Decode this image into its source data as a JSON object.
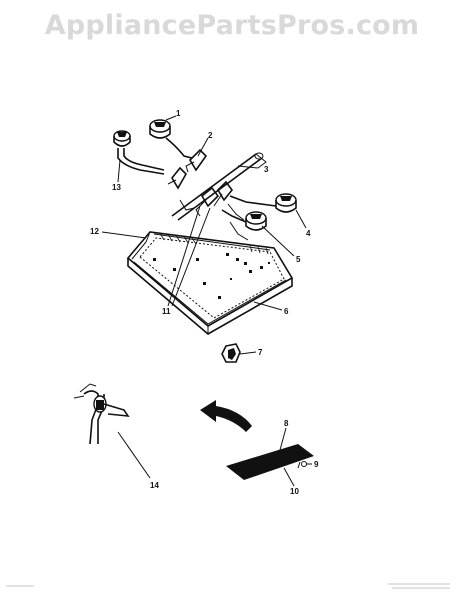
{
  "watermark": "AppliancePartsPros.com",
  "callouts": [
    "1",
    "2",
    "3",
    "4",
    "5",
    "6",
    "7",
    "8",
    "9",
    "10",
    "11",
    "12",
    "13",
    "14"
  ],
  "footer": {
    "left": "",
    "right": ""
  }
}
